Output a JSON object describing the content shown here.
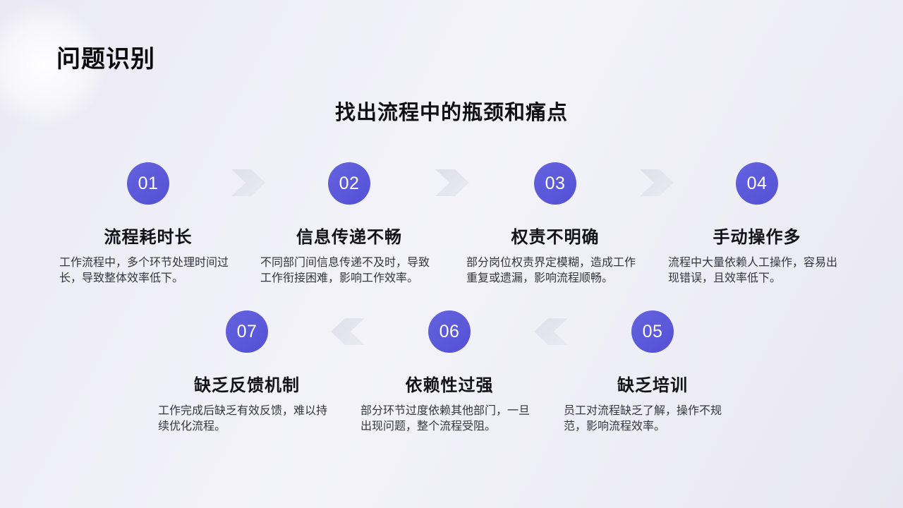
{
  "slide": {
    "title": "问题识别",
    "subtitle": "找出流程中的瓶颈和痛点"
  },
  "colors": {
    "accent": "#5a57d8",
    "circle_text": "#ffffff",
    "arrow": "#e2e4ec",
    "heading_text": "#121217",
    "body_text": "#35353d",
    "background": "#edecf5"
  },
  "steps": [
    {
      "number": "01",
      "title": "流程耗时长",
      "description": "工作流程中，多个环节处理时间过长，导致整体效率低下。"
    },
    {
      "number": "02",
      "title": "信息传递不畅",
      "description": "不同部门间信息传递不及时，导致工作衔接困难，影响工作效率。"
    },
    {
      "number": "03",
      "title": "权责不明确",
      "description": "部分岗位权责界定模糊，造成工作重复或遗漏，影响流程顺畅。"
    },
    {
      "number": "04",
      "title": "手动操作多",
      "description": "流程中大量依赖人工操作，容易出现错误，且效率低下。"
    },
    {
      "number": "05",
      "title": "缺乏培训",
      "description": "员工对流程缺乏了解，操作不规范，影响流程效率。"
    },
    {
      "number": "06",
      "title": "依赖性过强",
      "description": "部分环节过度依赖其他部门，一旦出现问题，整个流程受阻。"
    },
    {
      "number": "07",
      "title": "缺乏反馈机制",
      "description": "工作完成后缺乏有效反馈，难以持续优化流程。"
    }
  ]
}
